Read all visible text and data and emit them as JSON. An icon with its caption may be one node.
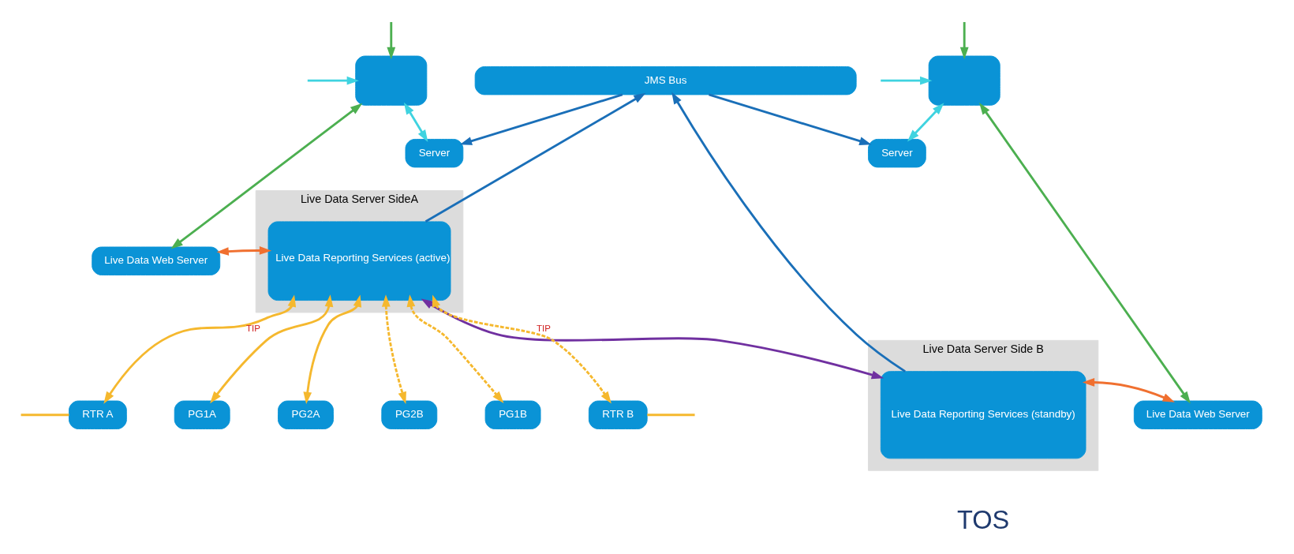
{
  "diagram": {
    "nodes": [
      {
        "text": [],
        "shape": "box"
      },
      {
        "text": [
          "JMS Bus"
        ]
      },
      {
        "text": [],
        "shape": "box"
      },
      {
        "text": [
          "Server"
        ]
      },
      {
        "text": [
          "Live Data Server SideA"
        ]
      },
      {
        "text": [
          "Live Data Server Side B"
        ]
      },
      {
        "text": [
          "Server"
        ]
      },
      {
        "text": [
          "Live Data Web Server"
        ]
      },
      {
        "text": [
          "Live Data Reporting Services (active)"
        ],
        "in": 4
      },
      {
        "text": [
          "Live Data Reporting Services (standby)"
        ],
        "in": 5
      },
      {
        "text": [
          "Live Data Web Server"
        ]
      },
      {
        "text": [
          "RTR A"
        ]
      },
      {
        "text": [
          "PG1A"
        ]
      },
      {
        "text": [
          "PG2A"
        ]
      },
      {
        "text": [
          "PG2B"
        ]
      },
      {
        "text": [
          "PG1B"
        ]
      },
      {
        "text": [
          "RTR B"
        ]
      }
    ],
    "edges": [
      {
        "from": null,
        "to": 0,
        "arrow": "to",
        "color": "#3fd3e0"
      },
      {
        "from": null,
        "to": 0,
        "arrow": "to",
        "color": "#4caf50"
      },
      {
        "from": 0,
        "to": 3,
        "arrow": "both",
        "color": "#3fd3e0"
      },
      {
        "from": 0,
        "to": 7,
        "arrow": "both",
        "color": "#4caf50"
      },
      {
        "from": 1,
        "to": 3,
        "arrow": "to",
        "color": "#1a6fb8"
      },
      {
        "from": 8,
        "to": 1,
        "arrow": "to",
        "color": "#1a6fb8"
      },
      {
        "from": 7,
        "to": 8,
        "arrow": "both",
        "color": "#f07030"
      },
      {
        "from": 8,
        "to": 9,
        "arrow": "both",
        "color": "#7030a0"
      },
      {
        "from": 1,
        "to": 6,
        "arrow": "to",
        "color": "#1a6fb8"
      },
      {
        "from": 9,
        "to": 1,
        "arrow": "to",
        "color": "#1a6fb8"
      },
      {
        "from": null,
        "to": 2,
        "arrow": "to",
        "color": "#3fd3e0"
      },
      {
        "from": null,
        "to": 2,
        "arrow": "to",
        "color": "#4caf50"
      },
      {
        "from": 2,
        "to": 6,
        "arrow": "both",
        "color": "#3fd3e0"
      },
      {
        "from": 2,
        "to": 10,
        "arrow": "both",
        "color": "#4caf50"
      },
      {
        "from": 9,
        "to": 10,
        "arrow": "both",
        "color": "#f07030"
      },
      {
        "from": 11,
        "to": 8,
        "arrow": "both",
        "label": "TIP",
        "color": "#f5b82e"
      },
      {
        "from": 12,
        "to": 8,
        "arrow": "both",
        "color": "#f5b82e"
      },
      {
        "from": 13,
        "to": 8,
        "arrow": "both",
        "color": "#f5b82e"
      },
      {
        "from": 8,
        "to": 14,
        "arrow": "both",
        "style": "dashed",
        "color": "#f5b82e"
      },
      {
        "from": 8,
        "to": 15,
        "arrow": "both",
        "style": "dashed",
        "color": "#f5b82e"
      },
      {
        "from": 8,
        "to": 16,
        "arrow": "both",
        "style": "dashed",
        "label": "TIP",
        "color": "#f5b82e"
      },
      {
        "from": null,
        "to": 11,
        "arrow": "none",
        "color": "#f5b82e"
      },
      {
        "from": 16,
        "to": null,
        "arrow": "none",
        "color": "#f5b82e"
      }
    ],
    "labels": [
      "TOS"
    ]
  }
}
